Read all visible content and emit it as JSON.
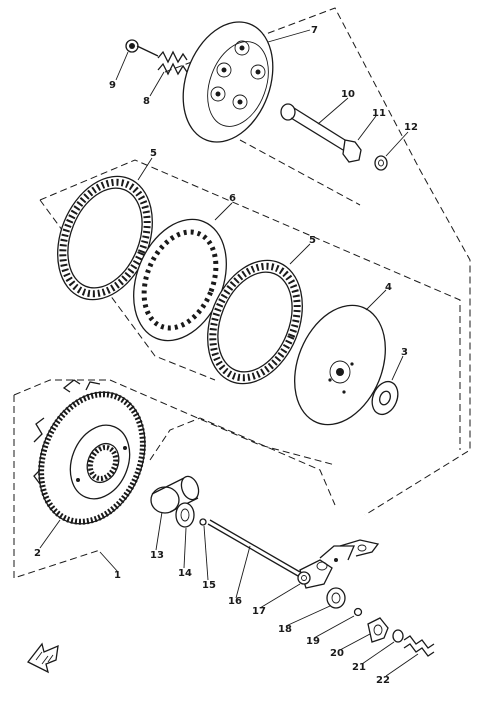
{
  "diagram": {
    "callouts": [
      "1",
      "2",
      "3",
      "4",
      "5",
      "5",
      "6",
      "7",
      "8",
      "9",
      "10",
      "11",
      "12",
      "13",
      "14",
      "15",
      "16",
      "17",
      "18",
      "19",
      "20",
      "21",
      "22"
    ],
    "colors": {
      "ink": "#1a1a1a",
      "paper": "#ffffff"
    },
    "icons": {
      "front_arrow": "front-arrow-icon"
    }
  }
}
